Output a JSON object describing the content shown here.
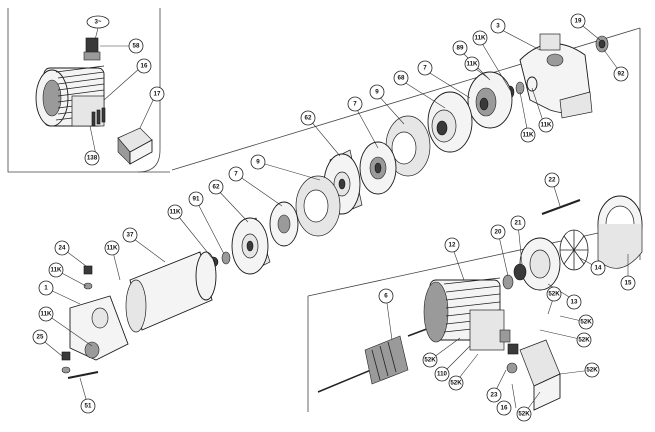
{
  "detail_view_label": "3~",
  "callouts": {
    "c58": "58",
    "c16a": "16",
    "c17": "17",
    "c138": "138",
    "c19": "19",
    "c3": "3",
    "c11k_top": "11K",
    "c89": "89",
    "c92": "92",
    "c11k_b": "11K",
    "c11k_c": "11K",
    "c11k_d": "11K",
    "c7a": "7",
    "c68": "68",
    "c9a": "9",
    "c7b": "7",
    "c62a": "62",
    "c9b": "9",
    "c7c": "7",
    "c62b": "62",
    "c91": "91",
    "c11k_e": "11K",
    "c37": "37",
    "c11k_f": "11K",
    "c24": "24",
    "c11k_g": "11K",
    "c1": "1",
    "c11k_h": "11K",
    "c25": "25",
    "c51": "51",
    "c22": "22",
    "c12": "12",
    "c20": "20",
    "c21": "21",
    "c15": "15",
    "c14": "14",
    "c13": "13",
    "c6": "6",
    "c52k_a": "52K",
    "c52k_b": "52K",
    "c52k_c": "52K",
    "c52k_d": "52K",
    "c52k_e": "52K",
    "c52k_f": "52K",
    "c52k_g": "52K",
    "c110": "110",
    "c23": "23",
    "c16b": "16"
  }
}
